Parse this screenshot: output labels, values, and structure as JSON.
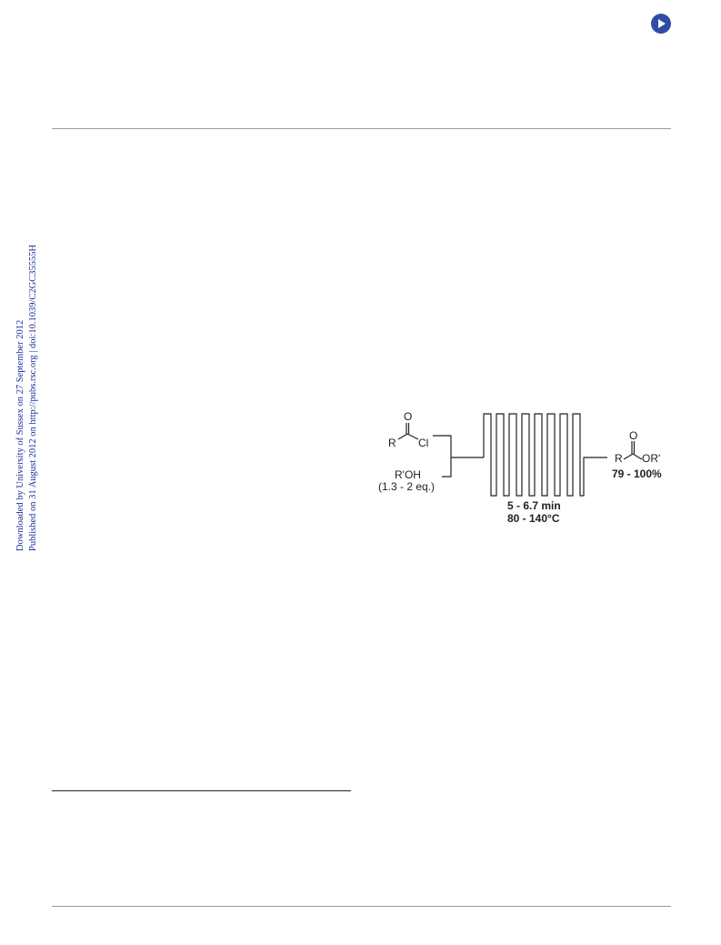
{
  "watermark": {
    "line1": "Downloaded by University of Sussex on 27 September 2012",
    "line2": "Published on 31 August 2012 on http://pubs.rsc.org | doi:10.1039/C2GC35555H"
  },
  "scheme": {
    "reactant_r": "R",
    "reactant_o": "O",
    "reactant_cl": "Cl",
    "alcohol": "R'OH",
    "alcohol_eq": "(1.3 - 2 eq.)",
    "time": "5 - 6.7 min",
    "temperature": "80 - 140°C",
    "product_r": "R",
    "product_o": "O",
    "product_or": "OR'",
    "yield": "79 - 100%"
  },
  "icons": {
    "nav": "play-icon"
  },
  "colors": {
    "nav_button": "#2f4ea3",
    "watermark": "#1a2f9c"
  }
}
